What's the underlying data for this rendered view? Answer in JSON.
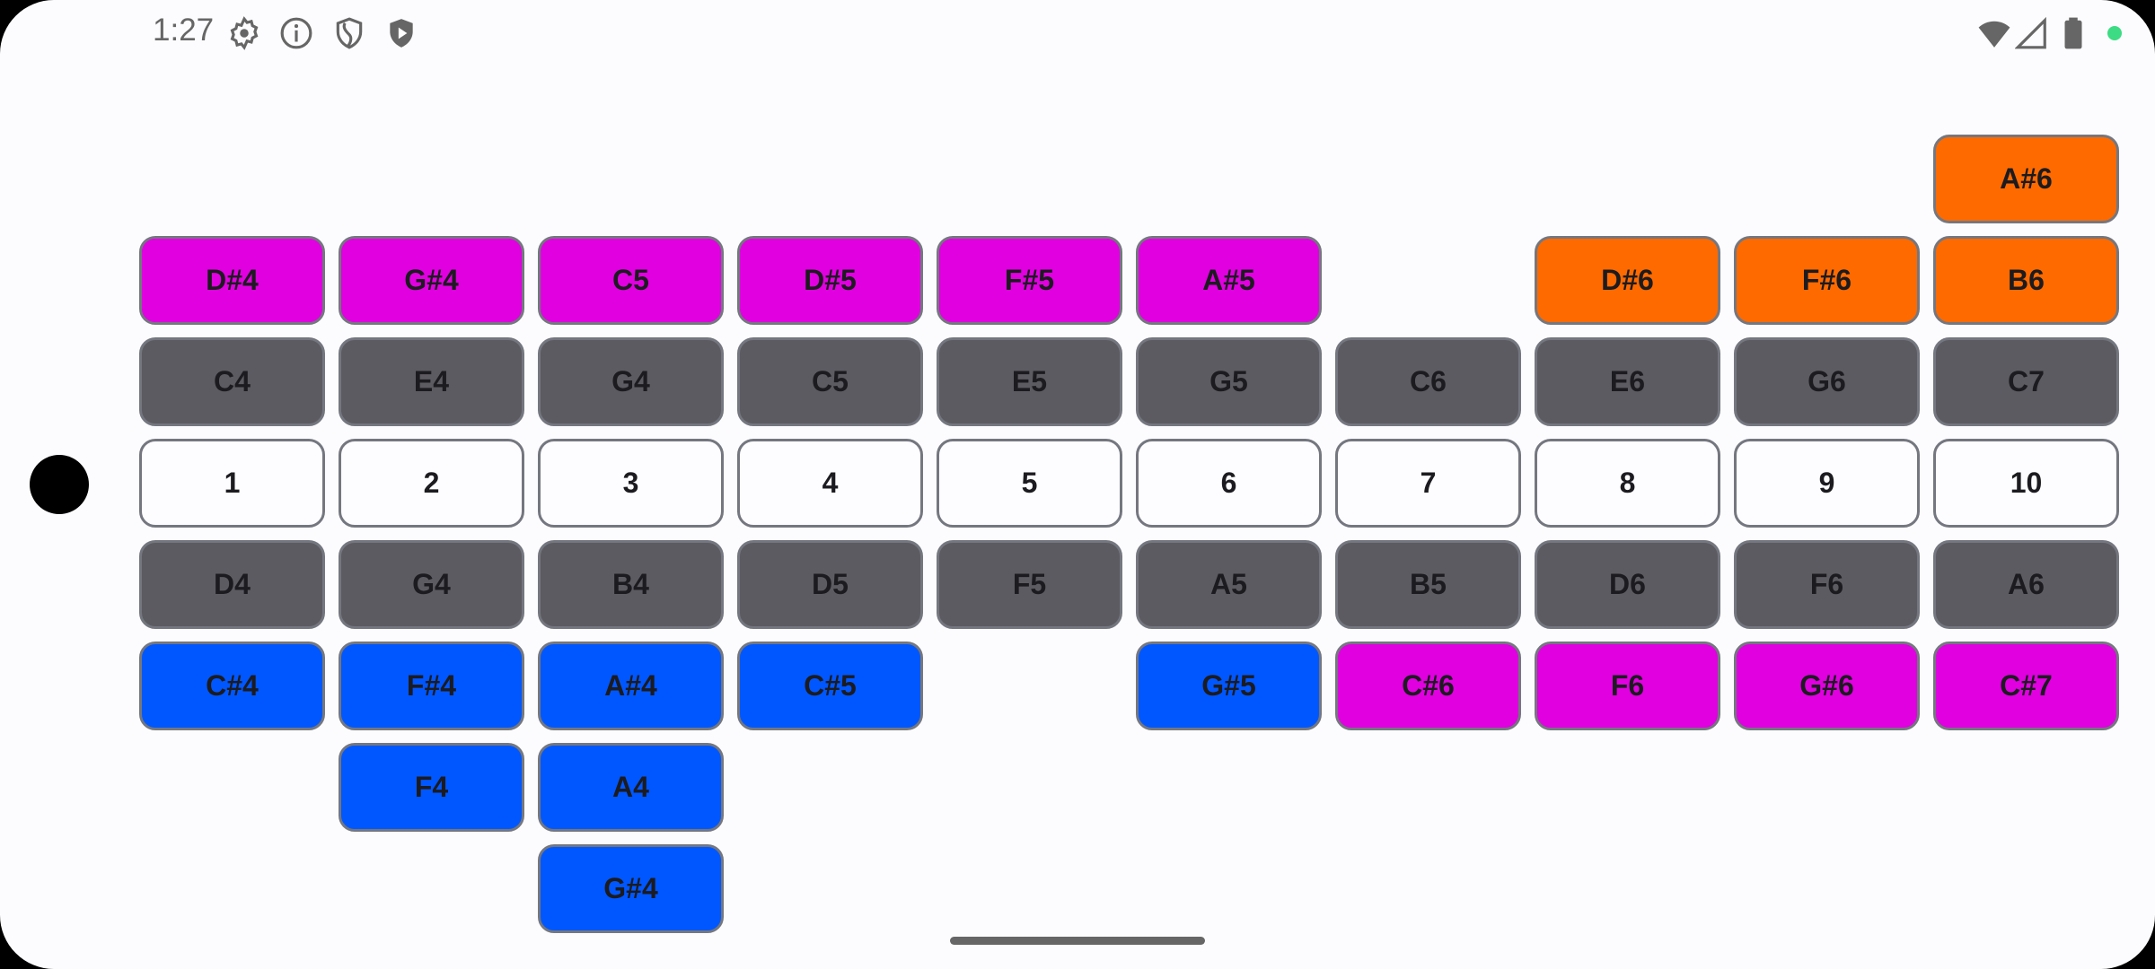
{
  "status_bar": {
    "time": "1:27",
    "left_icons": [
      "gear-icon",
      "info-icon",
      "shield-icon",
      "play-shield-icon"
    ],
    "right_icons": [
      "wifi-icon",
      "signal-icon",
      "battery-icon",
      "privacy-dot-icon"
    ],
    "privacy_dot_color": "#3ddc84"
  },
  "colors": {
    "magenta": "#e000e0",
    "gray": "#5c5b61",
    "white": "#fdfcff",
    "blue": "#0057ff",
    "orange": "#ff6a00"
  },
  "grid": {
    "rows": [
      [
        null,
        null,
        null,
        null,
        null,
        null,
        null,
        null,
        null,
        {
          "label": "A#6",
          "color": "orange"
        }
      ],
      [
        {
          "label": "D#4",
          "color": "magenta"
        },
        {
          "label": "G#4",
          "color": "magenta"
        },
        {
          "label": "C5",
          "color": "magenta"
        },
        {
          "label": "D#5",
          "color": "magenta"
        },
        {
          "label": "F#5",
          "color": "magenta"
        },
        {
          "label": "A#5",
          "color": "magenta"
        },
        null,
        {
          "label": "D#6",
          "color": "orange"
        },
        {
          "label": "F#6",
          "color": "orange"
        },
        {
          "label": "B6",
          "color": "orange"
        }
      ],
      [
        {
          "label": "C4",
          "color": "gray"
        },
        {
          "label": "E4",
          "color": "gray"
        },
        {
          "label": "G4",
          "color": "gray"
        },
        {
          "label": "C5",
          "color": "gray"
        },
        {
          "label": "E5",
          "color": "gray"
        },
        {
          "label": "G5",
          "color": "gray"
        },
        {
          "label": "C6",
          "color": "gray"
        },
        {
          "label": "E6",
          "color": "gray"
        },
        {
          "label": "G6",
          "color": "gray"
        },
        {
          "label": "C7",
          "color": "gray"
        }
      ],
      [
        {
          "label": "1",
          "color": "white"
        },
        {
          "label": "2",
          "color": "white"
        },
        {
          "label": "3",
          "color": "white"
        },
        {
          "label": "4",
          "color": "white"
        },
        {
          "label": "5",
          "color": "white"
        },
        {
          "label": "6",
          "color": "white"
        },
        {
          "label": "7",
          "color": "white"
        },
        {
          "label": "8",
          "color": "white"
        },
        {
          "label": "9",
          "color": "white"
        },
        {
          "label": "10",
          "color": "white"
        }
      ],
      [
        {
          "label": "D4",
          "color": "gray"
        },
        {
          "label": "G4",
          "color": "gray"
        },
        {
          "label": "B4",
          "color": "gray"
        },
        {
          "label": "D5",
          "color": "gray"
        },
        {
          "label": "F5",
          "color": "gray"
        },
        {
          "label": "A5",
          "color": "gray"
        },
        {
          "label": "B5",
          "color": "gray"
        },
        {
          "label": "D6",
          "color": "gray"
        },
        {
          "label": "F6",
          "color": "gray"
        },
        {
          "label": "A6",
          "color": "gray"
        }
      ],
      [
        {
          "label": "C#4",
          "color": "blue"
        },
        {
          "label": "F#4",
          "color": "blue"
        },
        {
          "label": "A#4",
          "color": "blue"
        },
        {
          "label": "C#5",
          "color": "blue"
        },
        null,
        {
          "label": "G#5",
          "color": "blue"
        },
        {
          "label": "C#6",
          "color": "magenta"
        },
        {
          "label": "F6",
          "color": "magenta"
        },
        {
          "label": "G#6",
          "color": "magenta"
        },
        {
          "label": "C#7",
          "color": "magenta"
        }
      ],
      [
        null,
        {
          "label": "F4",
          "color": "blue"
        },
        {
          "label": "A4",
          "color": "blue"
        },
        null,
        null,
        null,
        null,
        null,
        null,
        null
      ],
      [
        null,
        null,
        {
          "label": "G#4",
          "color": "blue"
        },
        null,
        null,
        null,
        null,
        null,
        null,
        null
      ]
    ]
  }
}
